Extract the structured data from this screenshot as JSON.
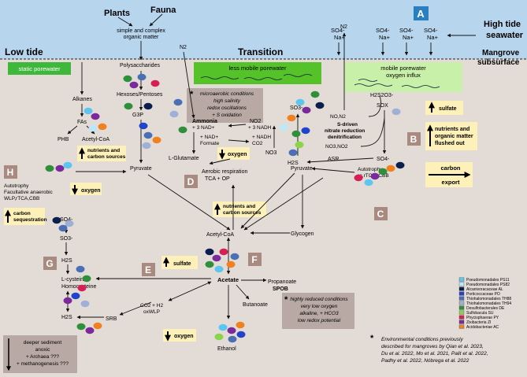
{
  "zones": {
    "low_tide": "Low tide",
    "transition": "Transition",
    "high_tide": "High tide",
    "seawater": "seawater",
    "mangrove": "Mangrove",
    "subsurface": "subsurface"
  },
  "sources": {
    "plants": "Plants",
    "fauna": "Fauna",
    "organic_1": "simple and complex",
    "organic_2": "organic matter"
  },
  "seawater_ions": [
    "SO4-",
    "Na+"
  ],
  "panels": {
    "A": "A",
    "B": "B",
    "C": "C",
    "D": "D",
    "E": "E",
    "F": "F",
    "G": "G",
    "H": "H"
  },
  "porewater": {
    "static": "static porewater",
    "less_mobile": "less mobile porewater",
    "mobile_1": "mobile porewater",
    "mobile_2": "oxygen influx"
  },
  "callouts": {
    "micro_1": "microaerobic conditions",
    "micro_2": "high salinity",
    "micro_3": "redox oscillations",
    "micro_4": "+ S oxidation",
    "reduced_1": "highly reduced conditions",
    "reduced_2": "very low oxygen",
    "reduced_3": "alkaline, + HCO3",
    "reduced_4": "low redox potential",
    "deep_1": "deeper sediment",
    "deep_2": "anoxic",
    "deep_3": "+ Archaea ???",
    "deep_4": "+ methanogenesis ???"
  },
  "boxes": {
    "sulfate": "sulfate",
    "nutrients_flushed_1": "nutrients and",
    "nutrients_flushed_2": "organic matter",
    "nutrients_flushed_3": "flushed out",
    "carbon_export_1": "carbon",
    "carbon_export_2": "export",
    "nutrients_carbon_1": "nutrients and",
    "nutrients_carbon_2": "carbon sources",
    "oxygen": "oxygen",
    "carbon_seq_1": "carbon",
    "carbon_seq_2": "sequestration"
  },
  "metabolites": {
    "polysaccharides": "Polysaccharides",
    "hexoses": "Hexoses/Pentoses",
    "g3p": "G3P",
    "pyruvate": "Pyruvate",
    "alkanes": "Alkanes",
    "fas": "FAs",
    "phb": "PHB",
    "acetyl_coa_left": "Acetyl-CoA",
    "n2": "N2",
    "ammonia": "Ammonia",
    "nad_3": "+ 3 NAD+",
    "nad": "+ NAD+",
    "formate": "Formate",
    "l_glutamate": "L-Glutamate",
    "no2": "NO2",
    "nadh_3": "+ 3 NADH",
    "nadh": "+ NADH",
    "co2": "CO2",
    "no3": "NO3",
    "so3": "SO3-",
    "h2s": "H2S",
    "no_n2": "NO,N2",
    "s_driven_1": "S-driven",
    "s_driven_2": "nitrate reduction",
    "s_driven_3": "denitrification",
    "no3_no2": "NO3,NO2",
    "h2s2o3": "H2S2O3-",
    "sox": "SOX",
    "so4": "SO4-",
    "asr": "ASR",
    "autotrophy_c_1": "Autotrophy",
    "autotrophy_c_2": "ro,rTCA, CBB",
    "aerobic_1": "Aerobic respiration",
    "aerobic_2": "TCA + OP",
    "pyruvate_right": "Pyruvate",
    "acetyl_coa": "Acetyl-CoA",
    "glycogen": "Glycogen",
    "autotrophy_h_1": "Autotrophy",
    "autotrophy_h_2": "Facultative anaerobic",
    "autotrophy_h_3": "WLP,rTCA,CBB",
    "so4_g": "SO4-",
    "so3_g": "SO3-",
    "h2s_g": "H2S",
    "l_cysteine": "L-cysteine",
    "homocysteine": "Homocysteine",
    "h2s_bottom": "H2S",
    "srb": "SRB",
    "co2_h2": "CO2 + H2",
    "oxwlp": "oxWLP",
    "acetate": "Acetate",
    "propanoate": "Propanoate",
    "spob": "SPOB",
    "butanoate": "Butanoate",
    "ethanol": "Ethanol"
  },
  "legend": [
    {
      "label": "Pseudomonadales PS11",
      "color": "#5cc6f0"
    },
    {
      "label": "Pseudomonadales PS82",
      "color": "#bde6f6"
    },
    {
      "label": "Alcanivoracaceae AL",
      "color": "#0a1f4d"
    },
    {
      "label": "Porticoccaceae PO",
      "color": "#2244cc"
    },
    {
      "label": "Thiohalomonadales TH88",
      "color": "#4b6fb5"
    },
    {
      "label": "Thiohalomonadales TH94",
      "color": "#9fb0d6"
    },
    {
      "label": "Desulfobacterales DE",
      "color": "#2f8f3a"
    },
    {
      "label": "Sulfobacula SU",
      "color": "#8ad34a"
    },
    {
      "label": "Phycisphaerae PY",
      "color": "#d61f55"
    },
    {
      "label": "Zixibacteria ZI",
      "color": "#7a2a9a"
    },
    {
      "label": "Acidobacteriae AC",
      "color": "#f08020"
    }
  ],
  "footnote": {
    "line1": "Environmental conditions previously",
    "line2": "described for mangroves by Qian et al. 2023,",
    "line3": "Du et al. 2022, Mo et al. 2021, Palit et al. 2022,",
    "line4": "Padhy et al. 2022, Nóbrega et al. 2022"
  }
}
